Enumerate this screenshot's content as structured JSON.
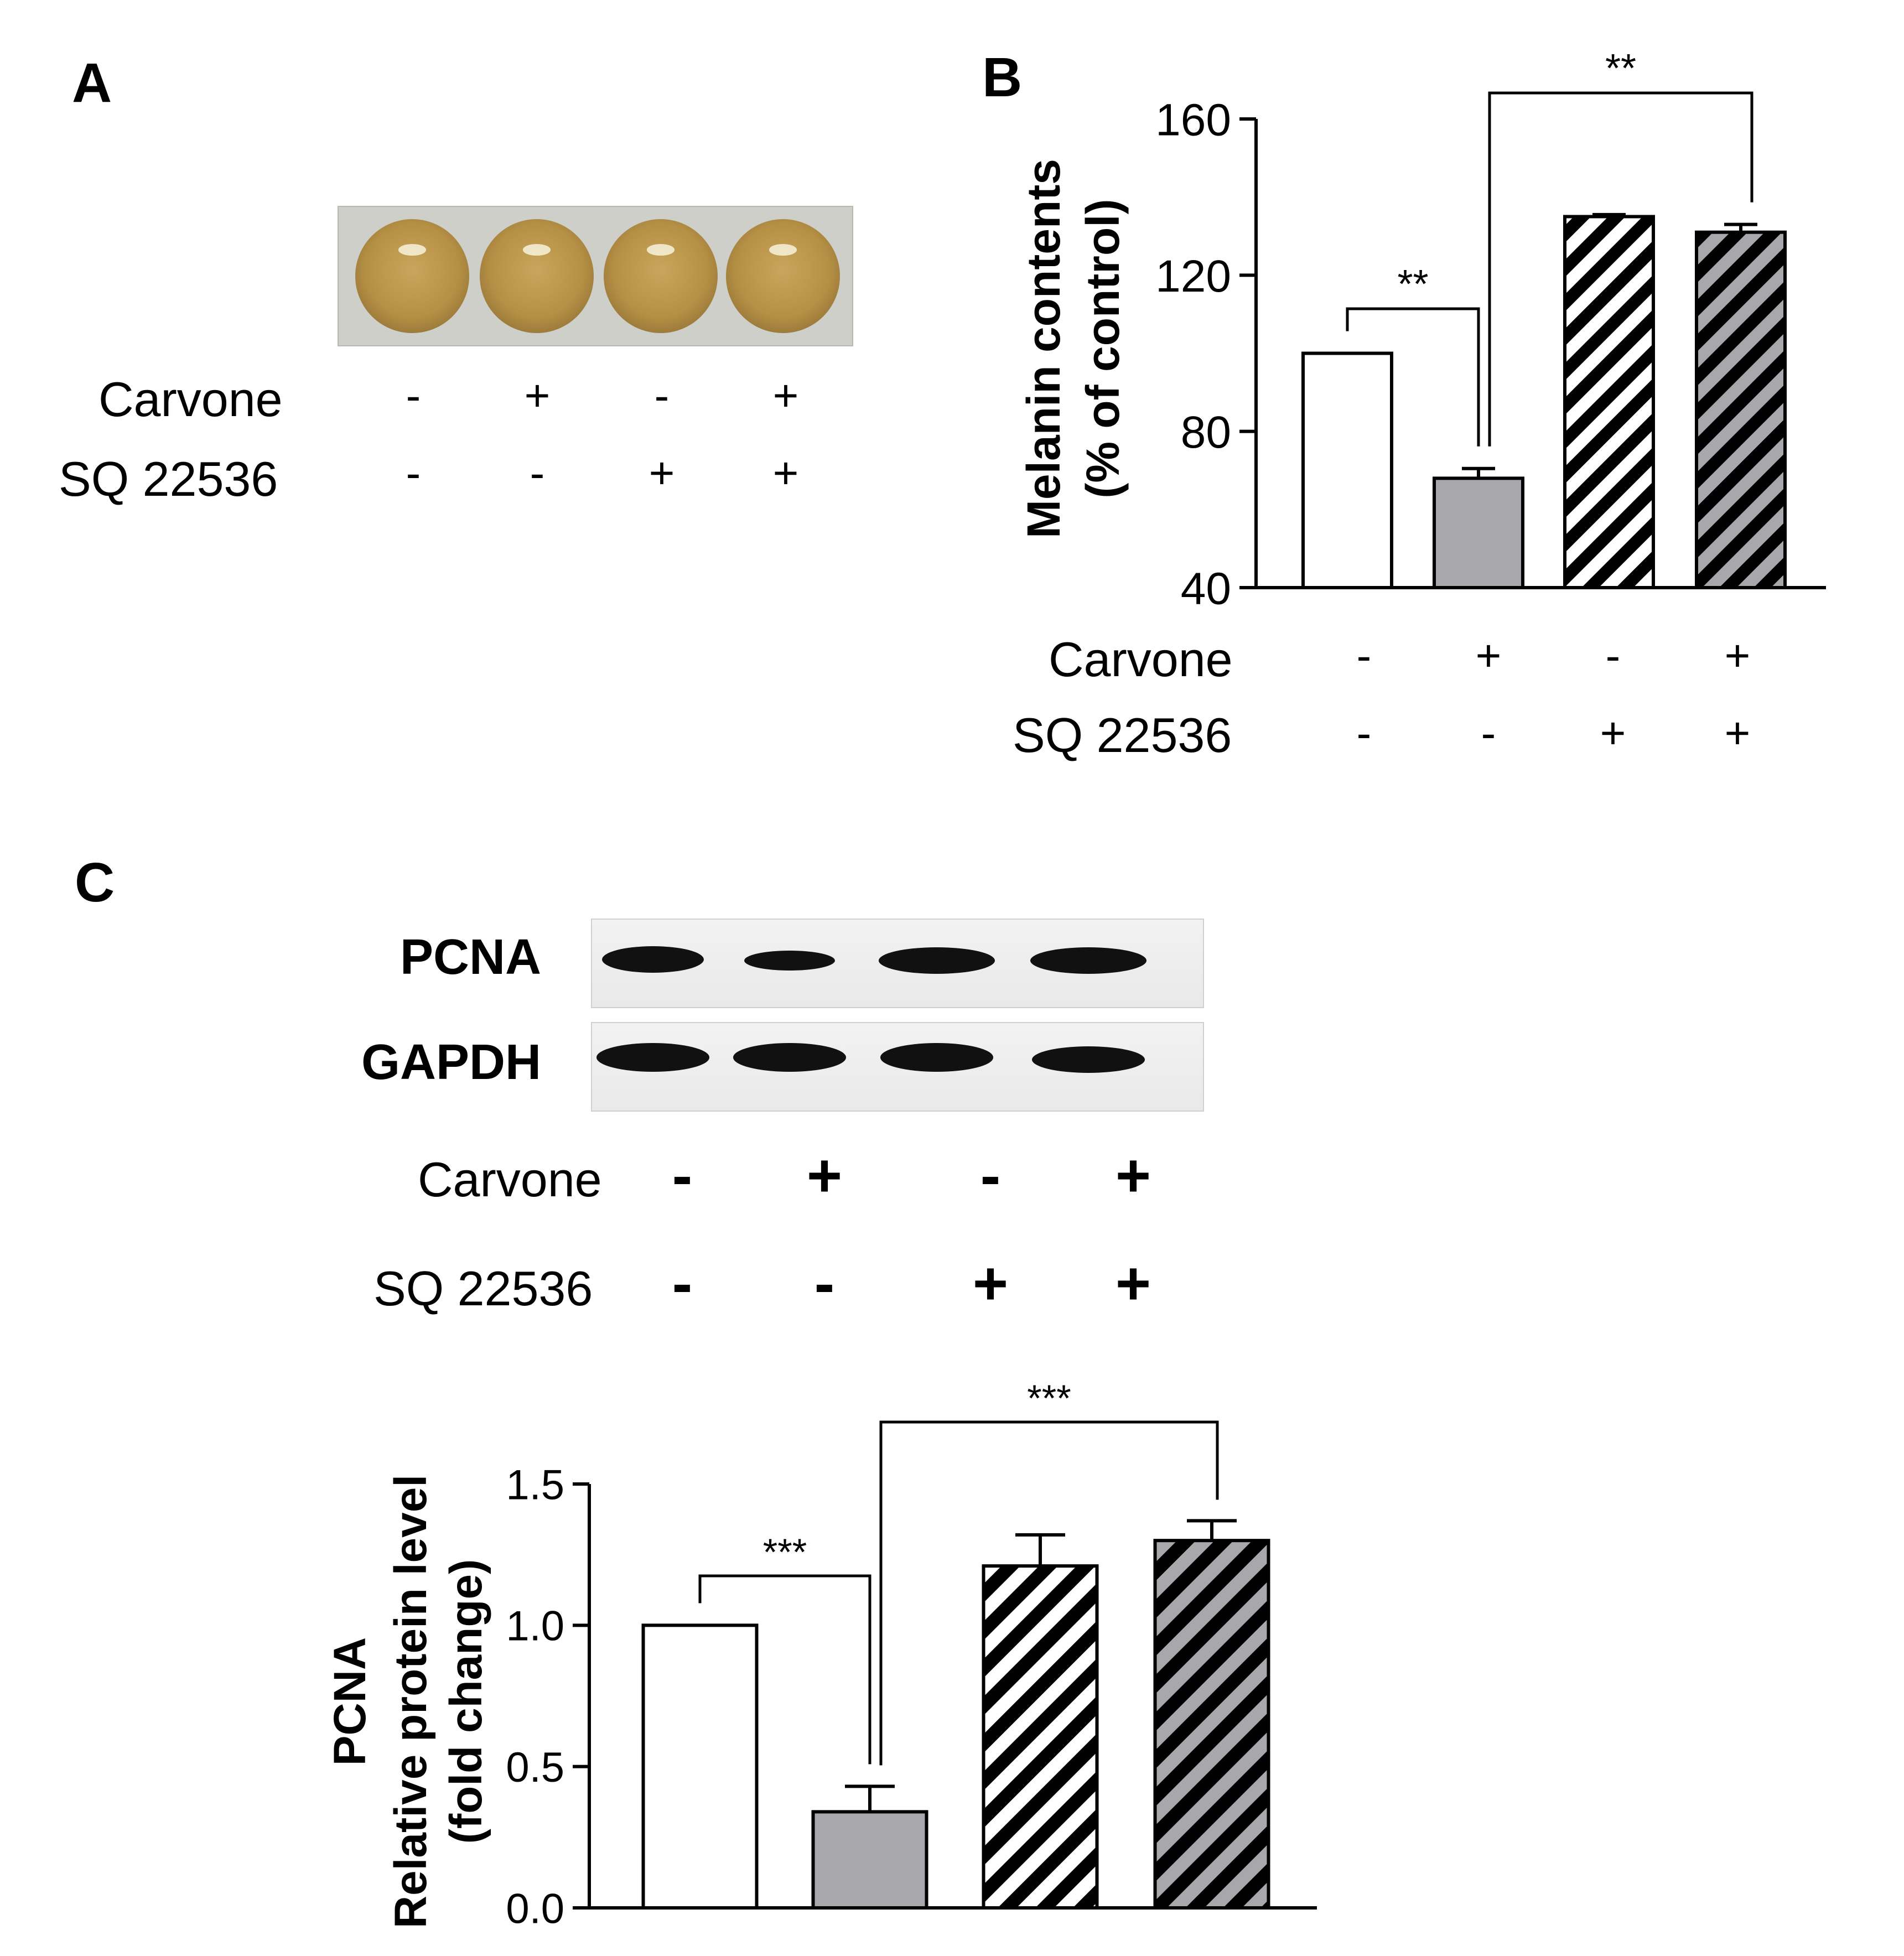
{
  "panels": {
    "a": {
      "letter": "A"
    },
    "b": {
      "letter": "B"
    },
    "c": {
      "letter": "C"
    }
  },
  "treatment_labels": {
    "carvone": "Carvone",
    "sq": "SQ 22536"
  },
  "treatments": {
    "carvone": [
      "-",
      "+",
      "-",
      "+"
    ],
    "sq": [
      "-",
      "-",
      "+",
      "+"
    ]
  },
  "blot": {
    "bands": [
      "PCNA",
      "GAPDH"
    ],
    "band_color": "#111111"
  },
  "colors": {
    "open": "#ffffff",
    "gray": "#a8a8ac",
    "stroke": "#000000"
  },
  "chart_data": [
    {
      "type": "bar",
      "panel": "B",
      "categories": [
        "1",
        "2",
        "3",
        "4"
      ],
      "values": [
        100,
        68,
        135,
        131
      ],
      "errors": [
        0,
        2.5,
        0.5,
        2
      ],
      "fills": [
        "open",
        "gray",
        "hatch-white",
        "hatch-gray"
      ],
      "ylabel": "Melanin contents",
      "ylabel2": "(% of control)",
      "ylim": [
        40,
        160
      ],
      "yticks": [
        40,
        80,
        120,
        160
      ],
      "ytick_labels": [
        "40",
        "80",
        "120",
        "160"
      ],
      "significance": [
        {
          "from": 0,
          "to": 1,
          "label": "**"
        },
        {
          "from": 1,
          "to": 3,
          "label": "**"
        }
      ]
    },
    {
      "type": "bar",
      "panel": "C",
      "categories": [
        "1",
        "2",
        "3",
        "4"
      ],
      "values": [
        1.0,
        0.34,
        1.21,
        1.3
      ],
      "errors": [
        0,
        0.09,
        0.11,
        0.07
      ],
      "fills": [
        "open",
        "gray",
        "hatch-white",
        "hatch-gray"
      ],
      "ylabel": "PCNA",
      "ylabel2": "Relative protein level",
      "ylabel3": "(fold change)",
      "ylim": [
        0,
        1.5
      ],
      "yticks": [
        0,
        0.5,
        1.0,
        1.5
      ],
      "ytick_labels": [
        "0.0",
        "0.5",
        "1.0",
        "1.5"
      ],
      "significance": [
        {
          "from": 0,
          "to": 1,
          "label": "***"
        },
        {
          "from": 1,
          "to": 3,
          "label": "***"
        }
      ]
    }
  ]
}
